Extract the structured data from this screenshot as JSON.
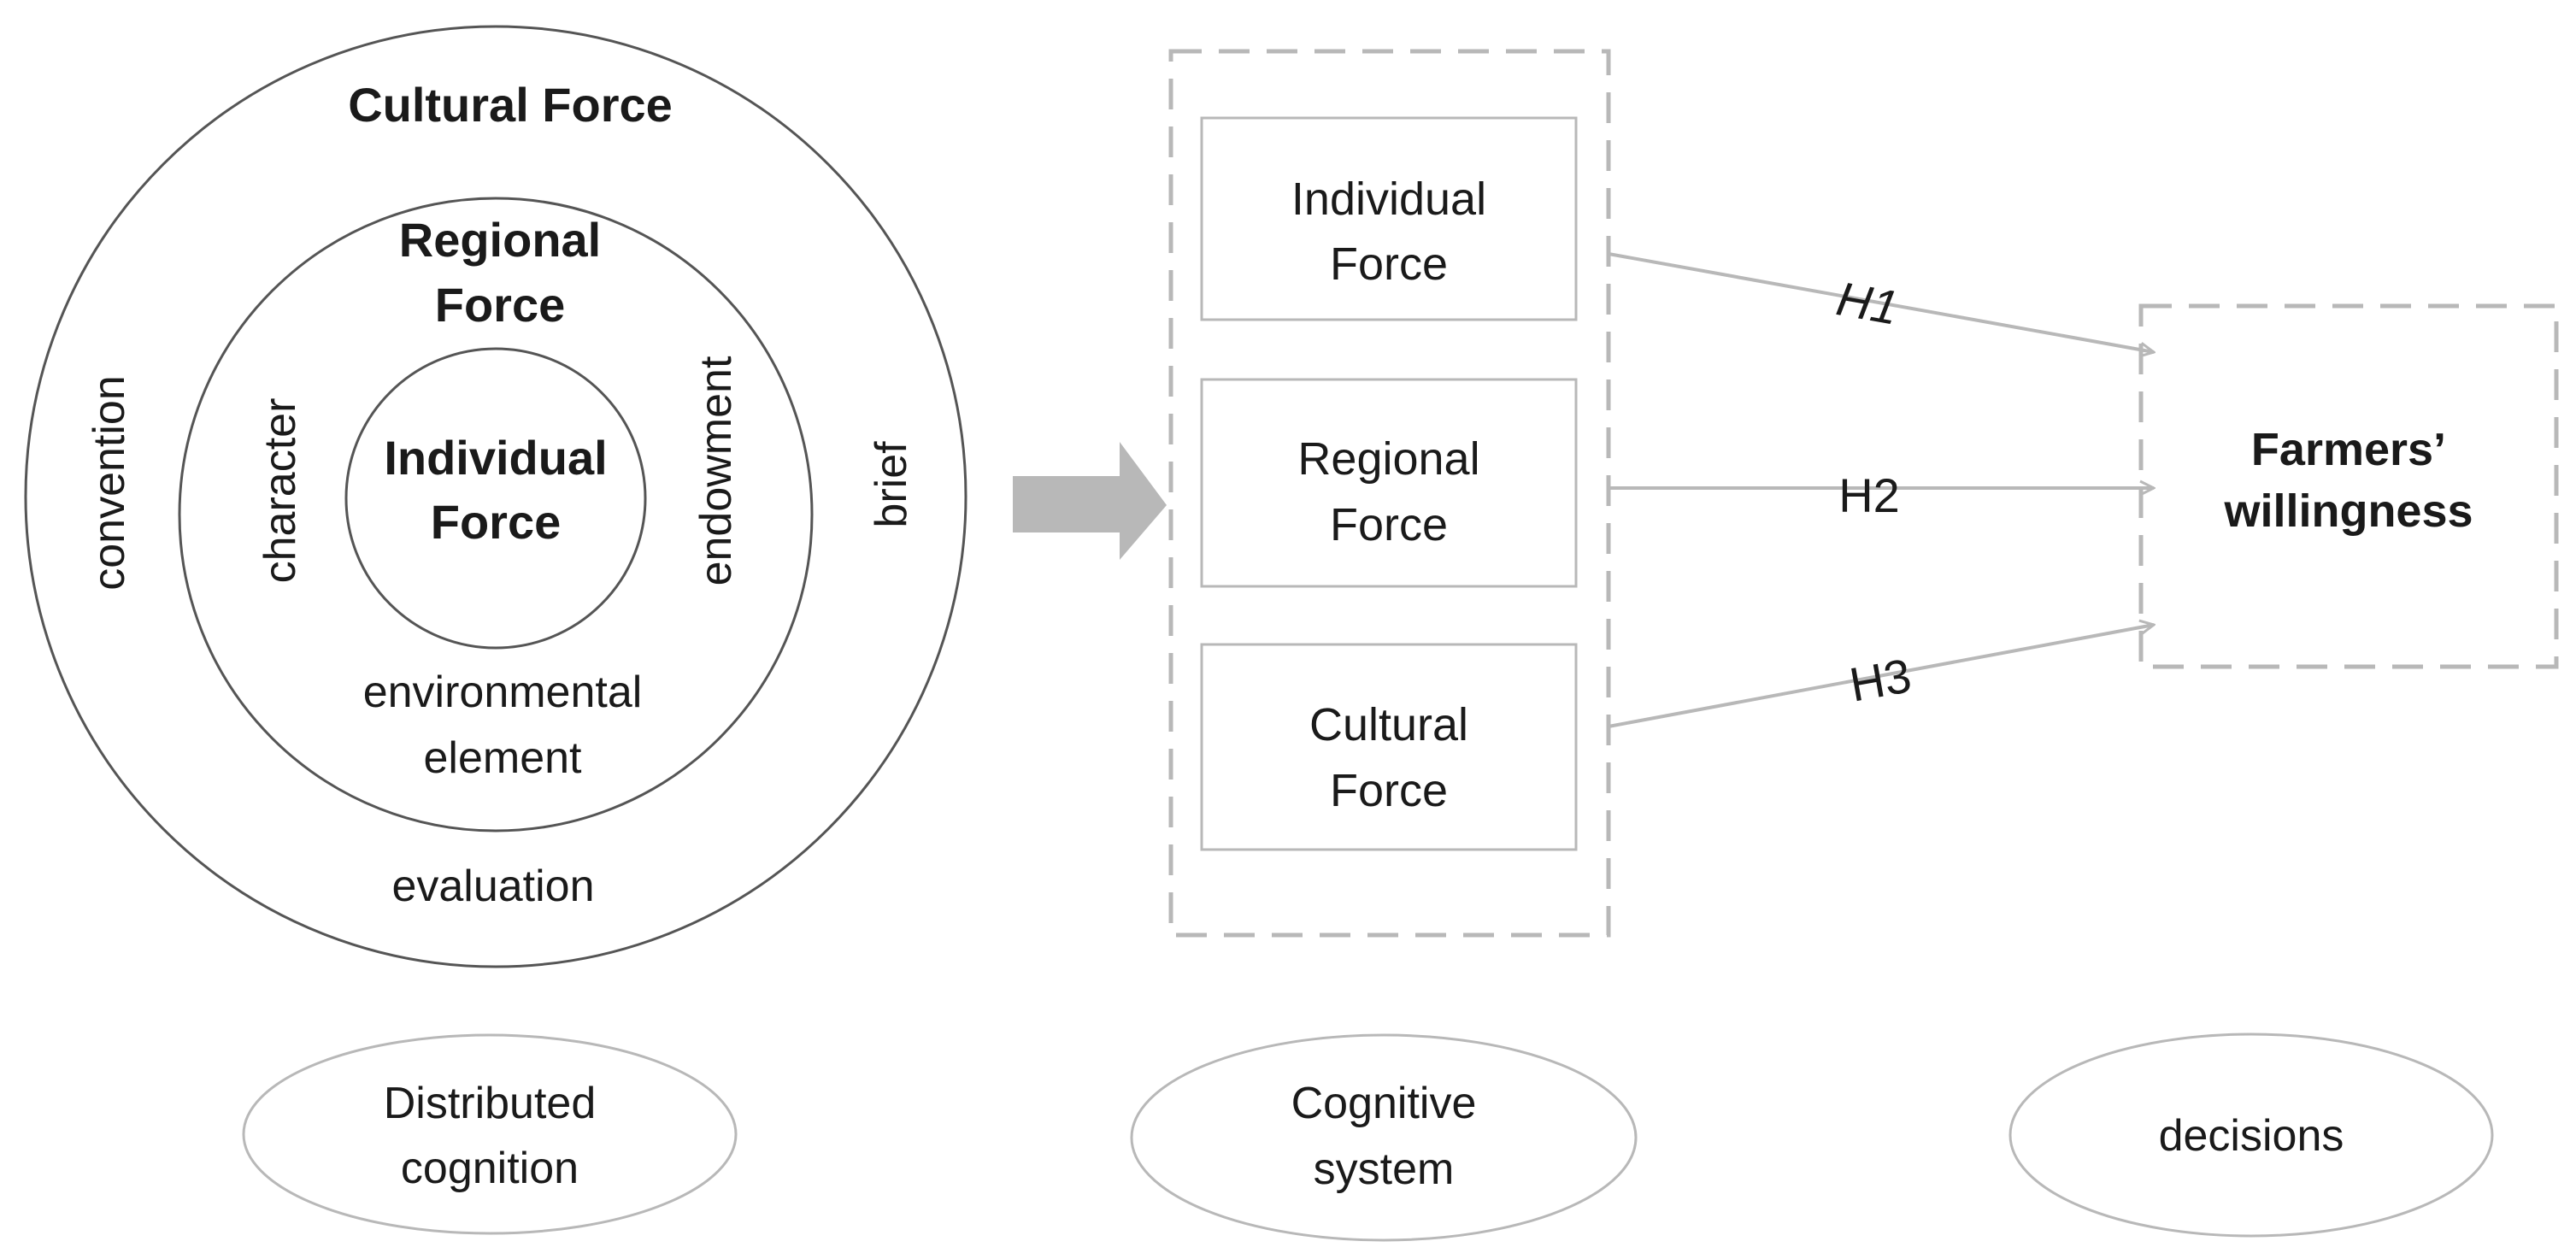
{
  "circles": {
    "outer": {
      "title": "Cultural Force",
      "left_label": "convention",
      "right_label": "brief",
      "bottom_label": "evaluation"
    },
    "middle": {
      "title_line1": "Regional",
      "title_line2": "Force",
      "left_label": "character",
      "right_label": "endowment",
      "bottom_line1": "environmental",
      "bottom_line2": "element"
    },
    "inner": {
      "title_line1": "Individual",
      "title_line2": "Force"
    }
  },
  "cognitive_system": {
    "boxes": [
      {
        "line1": "Individual",
        "line2": "Force"
      },
      {
        "line1": "Regional",
        "line2": "Force"
      },
      {
        "line1": "Cultural",
        "line2": "Force"
      }
    ]
  },
  "hypotheses": [
    "H1",
    "H2",
    "H3"
  ],
  "outcome": {
    "line1": "Farmers’",
    "line2": "willingness"
  },
  "bottom_labels": [
    {
      "line1": "Distributed",
      "line2": "cognition"
    },
    {
      "line1": "Cognitive",
      "line2": "system"
    },
    {
      "line1": "decisions",
      "line2": ""
    }
  ],
  "colors": {
    "circle_stroke": "#555555",
    "gray": "#b8b8b8",
    "text": "#1a1a1a"
  }
}
